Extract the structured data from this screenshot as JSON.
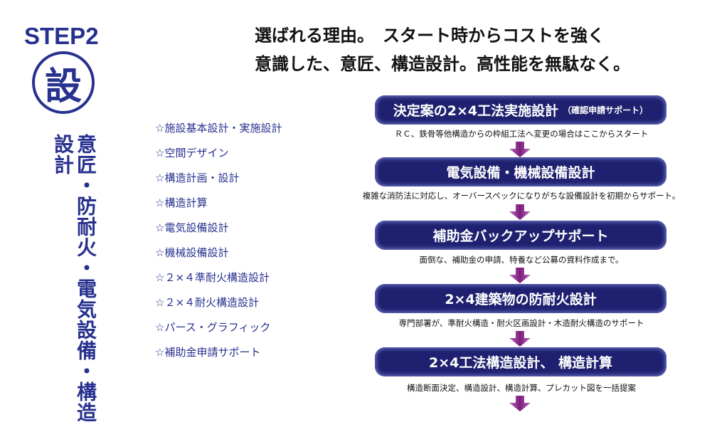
{
  "step": {
    "label": "STEP2",
    "symbol": "設",
    "vertical": "意匠・防耐火・電気設備・構造設計"
  },
  "headline": {
    "line1": "選ばれる理由。　スタート時からコストを強く",
    "line2": "意識した、意匠、構造設計。高性能を無駄なく。"
  },
  "services": [
    "☆施設基本設計・実施設計",
    "☆空間デザイン",
    "☆構造計画・設計",
    "☆構造計算",
    "☆電気設備設計",
    "☆機械設備設計",
    "☆２×４準耐火構造設計",
    "☆２×４耐火構造設計",
    "☆パース・グラフィック",
    "☆補助金申請サポート"
  ],
  "flow": [
    {
      "title": "決定案の2×4工法実施設計",
      "note": "（確認申請サポート）",
      "caption": "ＲＣ、鉄骨等他構造からの枠組工法へ変更の場合はここからスタート"
    },
    {
      "title": "電気設備・機械設備設計",
      "caption": "複雑な消防法に対応し、オーバースペックになりがちな設備設計を初期からサポート。"
    },
    {
      "title": "補助金バックアップサポート",
      "caption": "面倒な、補助金の申請、特養など公募の資料作成まで。"
    },
    {
      "title": "2×4建築物の防耐火設計",
      "caption": "専門部署が、準耐火構造・耐火区画設計・木造耐火構造のサポート"
    },
    {
      "title": "2×4工法構造設計、 構造計算",
      "caption": "構造断面決定、構造設計、構造計算、プレカット図を一括提案"
    }
  ],
  "colors": {
    "navy": "#27318f",
    "box": "#1f2170",
    "arrow": "#8a2a8a"
  }
}
